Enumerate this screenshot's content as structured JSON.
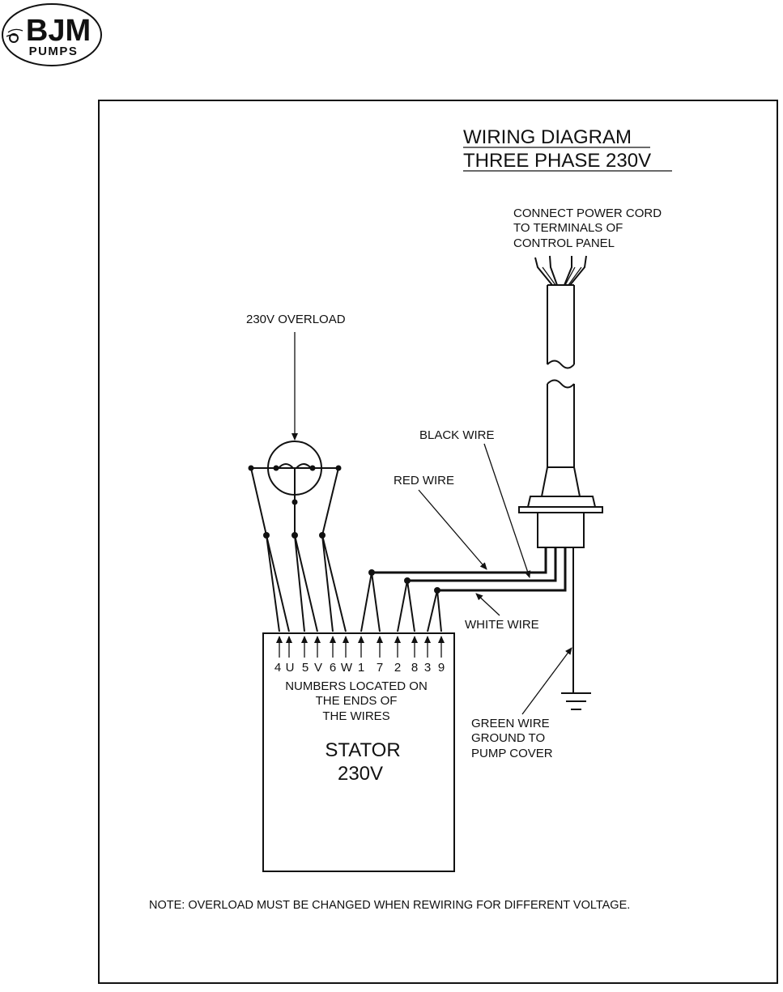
{
  "logo": {
    "brand": "BJM",
    "subtitle": "PUMPS"
  },
  "title": {
    "line1": "WIRING DIAGRAM",
    "line2": "THREE PHASE 230V"
  },
  "labels": {
    "power_cord": [
      "CONNECT POWER CORD",
      "TO TERMINALS OF",
      "CONTROL PANEL"
    ],
    "overload": "230V OVERLOAD",
    "black_wire": "BLACK WIRE",
    "red_wire": "RED WIRE",
    "white_wire": "WHITE WIRE",
    "green_wire": [
      "GREEN WIRE",
      "GROUND TO",
      "PUMP COVER"
    ],
    "numbers_note": [
      "NUMBERS LOCATED ON",
      "THE ENDS OF",
      "THE WIRES"
    ]
  },
  "stator": {
    "name": "STATOR",
    "voltage": "230V"
  },
  "terminals": [
    "4",
    "U",
    "5",
    "V",
    "6",
    "W",
    "1",
    "7",
    "2",
    "8",
    "3",
    "9"
  ],
  "note": "NOTE: OVERLOAD MUST BE CHANGED WHEN REWIRING FOR DIFFERENT VOLTAGE."
}
